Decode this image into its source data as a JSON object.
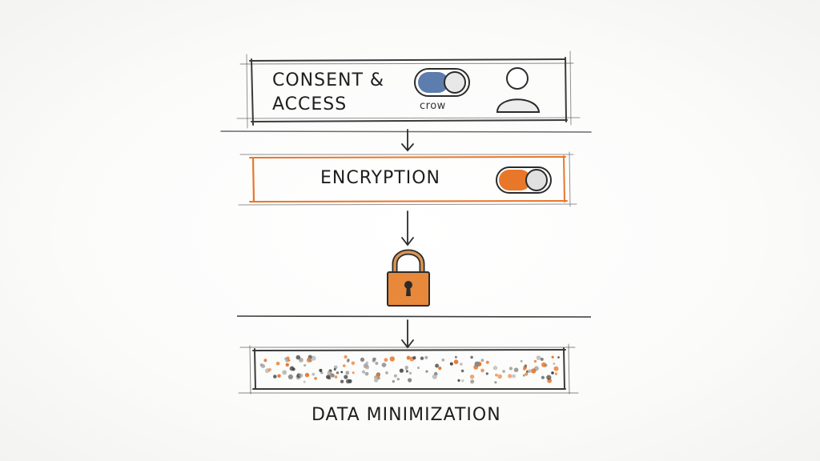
{
  "steps": {
    "consent": {
      "label_line1": "CONSENT &",
      "label_line2": "ACCESS",
      "toggle_label": "crow",
      "toggle_color": "#4a6fa5",
      "icon": "user-icon"
    },
    "encryption": {
      "label": "ENCRYPTION",
      "toggle_color": "#e8772a",
      "border_color": "#e8772a"
    },
    "lock": {
      "icon": "padlock-icon",
      "color": "#e8883a"
    },
    "data_minimization": {
      "label": "DATA MINIMIZATION",
      "dot_colors": [
        "#444444",
        "#888888",
        "#e8772a",
        "#a8a8a8"
      ]
    }
  },
  "arrow_icon": "arrow-down-icon"
}
